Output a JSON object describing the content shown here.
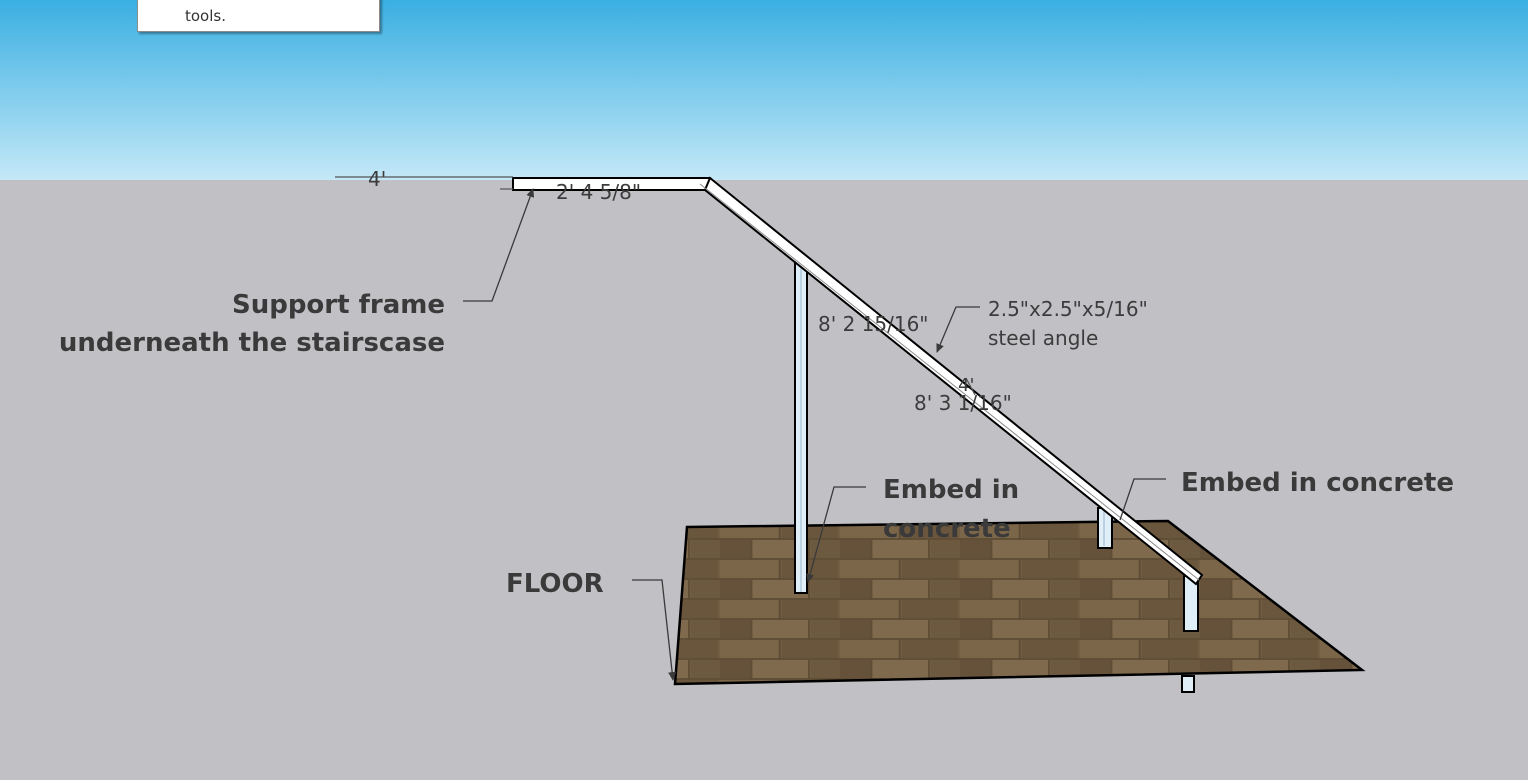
{
  "tooltip": {
    "text": "tools."
  },
  "annotations": {
    "support_frame_line1": "Support frame",
    "support_frame_line2": "underneath the stairscase",
    "floor": "FLOOR",
    "embed_left_line1": "Embed in",
    "embed_left_line2": "concrete",
    "embed_right": "Embed in concrete",
    "steel_line1": "2.5\"x2.5\"x5/16\"",
    "steel_line2": "steel angle"
  },
  "dimensions": {
    "top_left": "4'",
    "top_run": "2' 4 5/8\"",
    "slope_upper": "8' 2 15/16\"",
    "slope_small": "4'",
    "slope_lower": "8' 3 1/16\""
  },
  "colors": {
    "sky_top": "#3db1e3",
    "sky_bottom": "#bfe6f6",
    "ground": "#c1c1c5",
    "floor_wood": "#7a6448",
    "steel": "#ffffff",
    "outline": "#000000",
    "label_text": "#3a3a3a"
  }
}
